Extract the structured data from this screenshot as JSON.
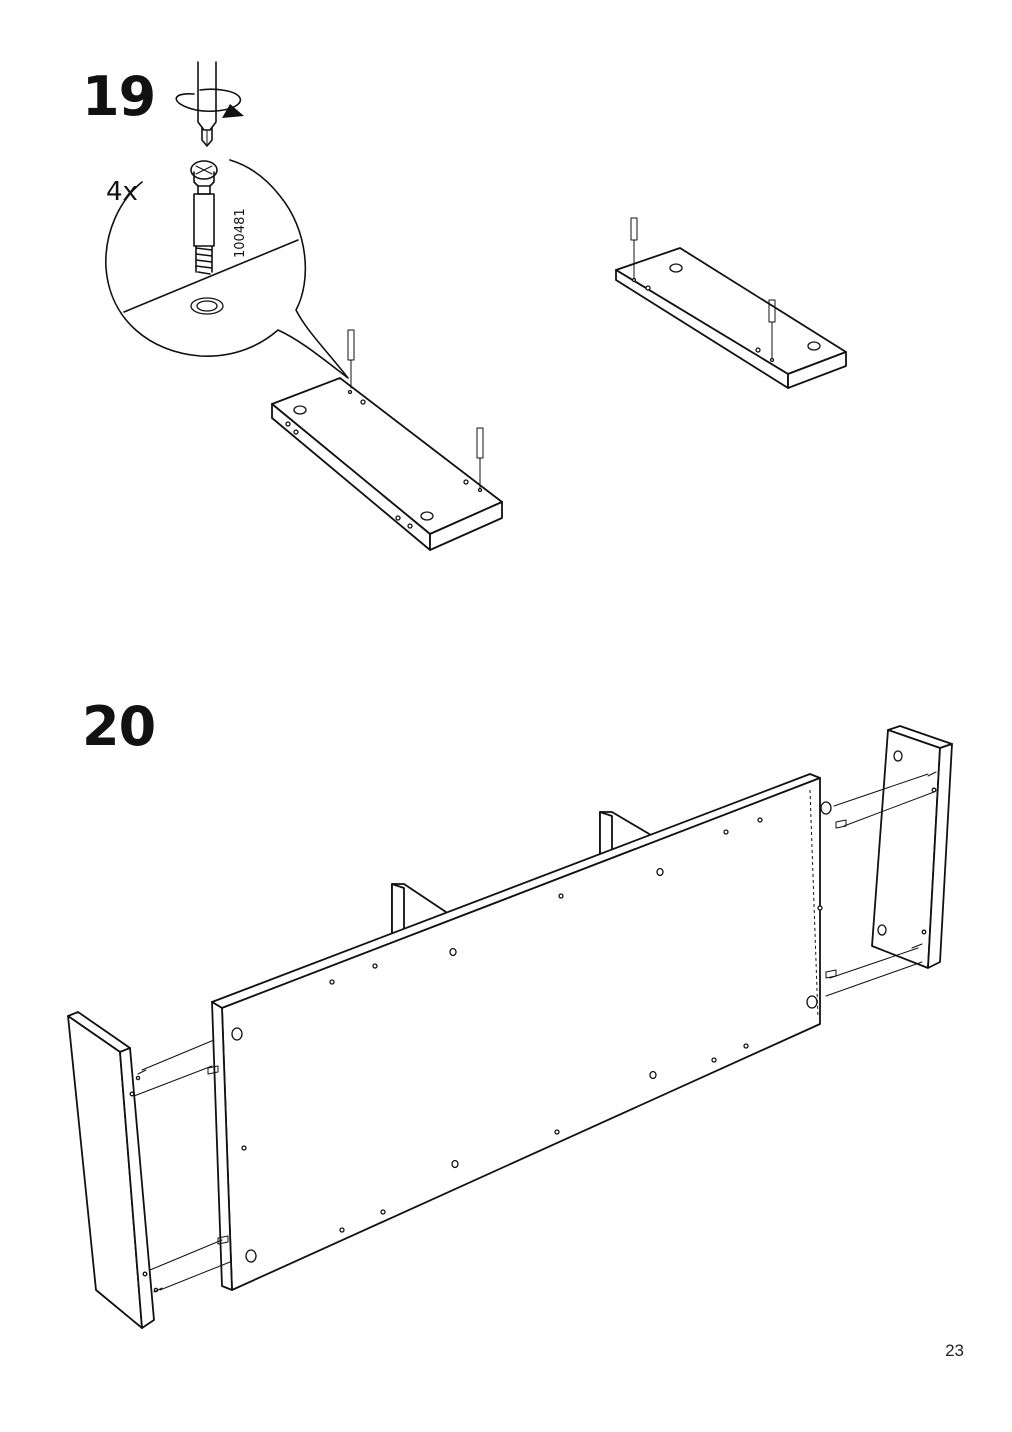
{
  "steps": [
    {
      "number": "19",
      "quantity": "4x",
      "part_number": "100481"
    },
    {
      "number": "20"
    }
  ],
  "page_number": "23"
}
